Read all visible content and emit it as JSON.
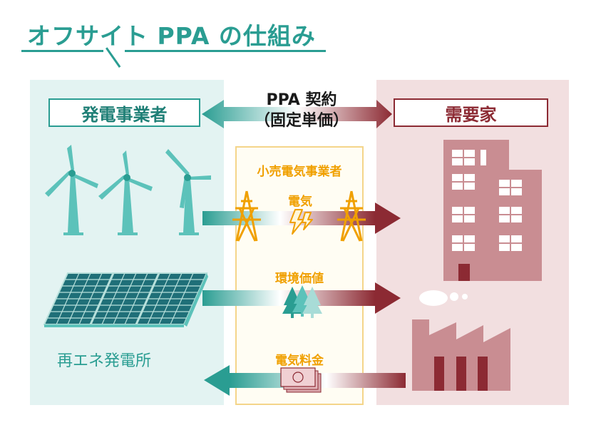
{
  "title": "オフサイト PPA の仕組み",
  "generator": {
    "label": "発電事業者",
    "caption": "再エネ発電所"
  },
  "consumer": {
    "label": "需要家"
  },
  "contract": {
    "line1": "PPA 契約",
    "line2": "（固定単価）"
  },
  "retailer": {
    "label": "小売電気事業者"
  },
  "flows": {
    "electricity": "電気",
    "environmental_value": "環境価値",
    "electricity_fee": "電気料金"
  },
  "colors": {
    "teal": "#2a9d92",
    "teal_light": "#e3f3f2",
    "maroon": "#8c2a33",
    "pink_light": "#f2dfe0",
    "building": "#c98d92",
    "orange": "#f0a000"
  }
}
